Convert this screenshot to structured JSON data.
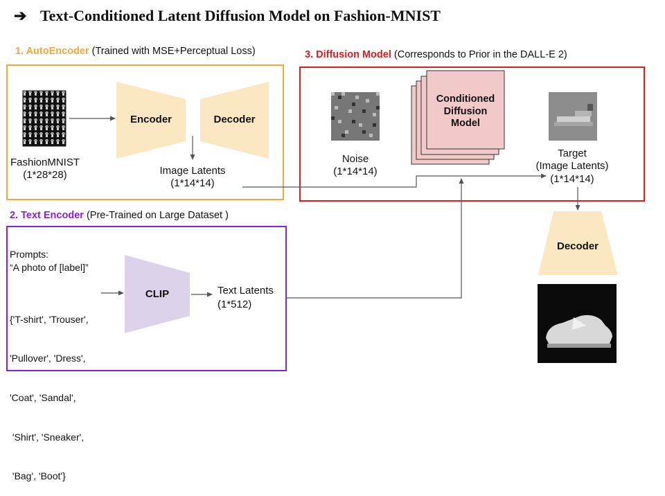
{
  "title": "Text-Conditioned Latent Diffusion Model on Fashion-MNIST",
  "title_arrow": "➔",
  "colors": {
    "autoencoder": "#f6a73a",
    "text_encoder": "#8b1fe0",
    "diffusion": "#e01b1b",
    "codec_fill": "#fbe8c2",
    "clip_fill": "#dcd2ea",
    "diffusion_fill": "#f2c9c9"
  },
  "autoencoder": {
    "heading": "1.  AutoEncoder",
    "note": "(Trained with MSE+Perceptual Loss)",
    "input_name": "FashionMNIST",
    "input_dims": "(1*28*28)",
    "encoder": "Encoder",
    "decoder": "Decoder",
    "latents_name": "Image Latents",
    "latents_dims": "(1*14*14)"
  },
  "diffusion": {
    "heading": "3.  Diffusion Model",
    "note": "(Corresponds to Prior in the DALL-E 2)",
    "noise_name": "Noise",
    "noise_dims": "(1*14*14)",
    "model_line1": "Conditioned",
    "model_line2": "Diffusion",
    "model_line3": "Model",
    "target_name": "Target",
    "target_sub": "(Image Latents)",
    "target_dims": "(1*14*14)"
  },
  "text_encoder": {
    "heading": "2. Text Encoder",
    "note": "(Pre-Trained on Large Dataset )",
    "prompts_line1": "Prompts:",
    "prompts_line2": "“A photo of [label]”",
    "labels_line1": "{'T-shirt', 'Trouser',",
    "labels_line2": "'Pullover', 'Dress',",
    "labels_line3": "'Coat', 'Sandal',",
    "labels_line4": " 'Shirt', 'Sneaker',",
    "labels_line5": " 'Bag', 'Boot'}",
    "clip": "CLIP",
    "latents_name": "Text Latents",
    "latents_dims": "(1*512)"
  },
  "output": {
    "decoder": "Decoder"
  }
}
